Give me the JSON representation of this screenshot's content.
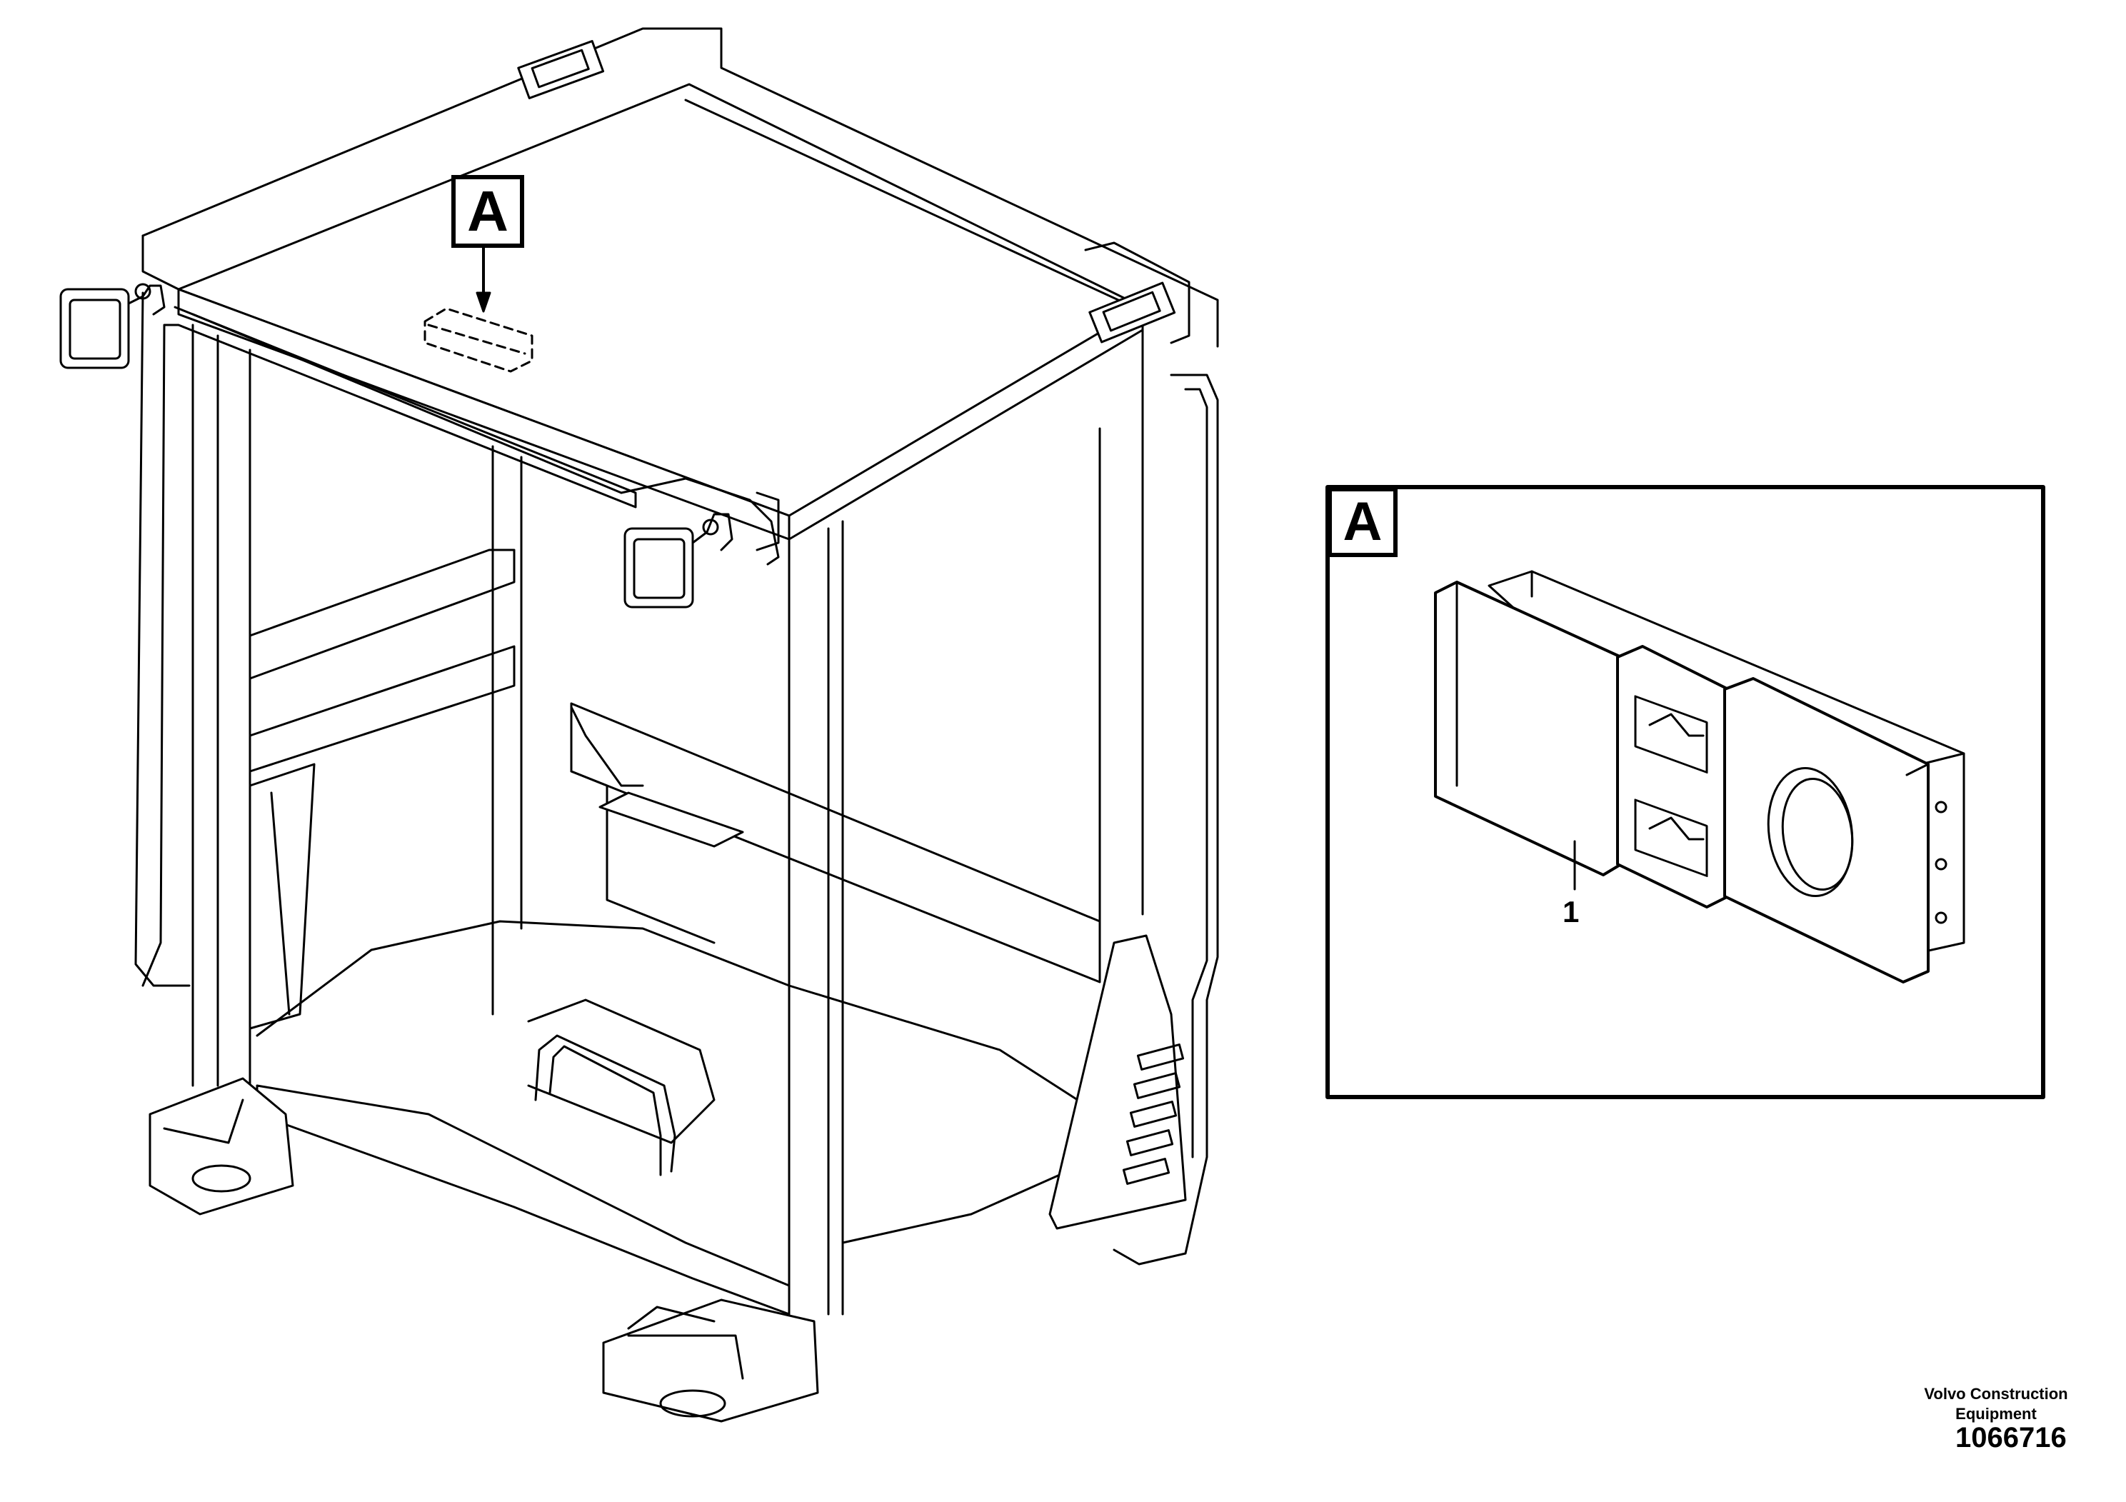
{
  "callouts": {
    "main_label": "A",
    "detail_label": "A"
  },
  "parts": {
    "item_1": "1"
  },
  "footer": {
    "company": "Volvo Construction\nEquipment",
    "drawing_number": "1066716"
  }
}
